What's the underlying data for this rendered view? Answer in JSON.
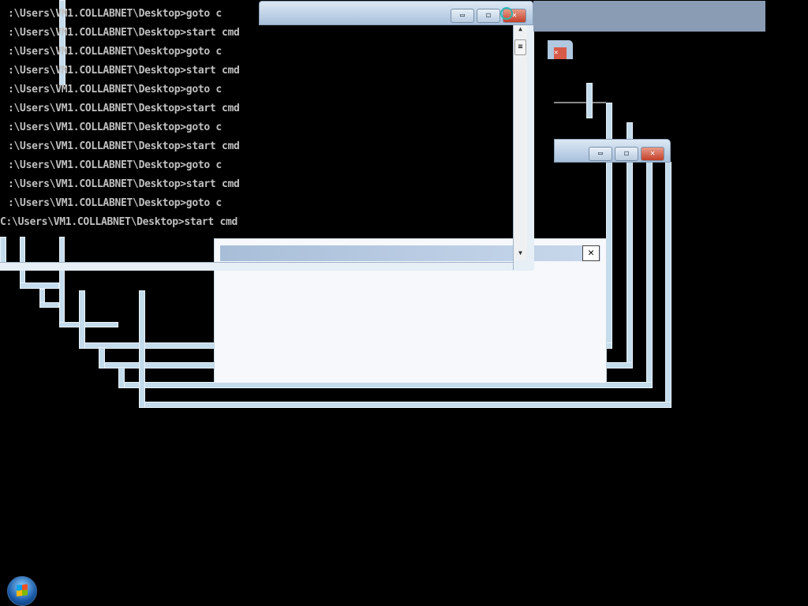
{
  "console": {
    "lines": [
      ":\\Users\\VM1.COLLABNET\\Desktop>goto c",
      ":\\Users\\VM1.COLLABNET\\Desktop>start cmd",
      ":\\Users\\VM1.COLLABNET\\Desktop>goto c",
      ":\\Users\\VM1.COLLABNET\\Desktop>start cmd",
      ":\\Users\\VM1.COLLABNET\\Desktop>goto c",
      ":\\Users\\VM1.COLLABNET\\Desktop>start cmd",
      ":\\Users\\VM1.COLLABNET\\Desktop>goto c",
      ":\\Users\\VM1.COLLABNET\\Desktop>start cmd",
      ":\\Users\\VM1.COLLABNET\\Desktop>goto c",
      ":\\Users\\VM1.COLLABNET\\Desktop>start cmd",
      ":\\Users\\VM1.COLLABNET\\Desktop>goto c",
      "C:\\Users\\VM1.COLLABNET\\Desktop>start cmd"
    ]
  },
  "window_buttons": {
    "minimize": "▭",
    "maximize": "◻",
    "close": "✕"
  },
  "scrollbar": {
    "up": "▲",
    "down": "▼",
    "thumb": "≡"
  },
  "taskbar": {
    "start_icon": "windows-orb"
  }
}
